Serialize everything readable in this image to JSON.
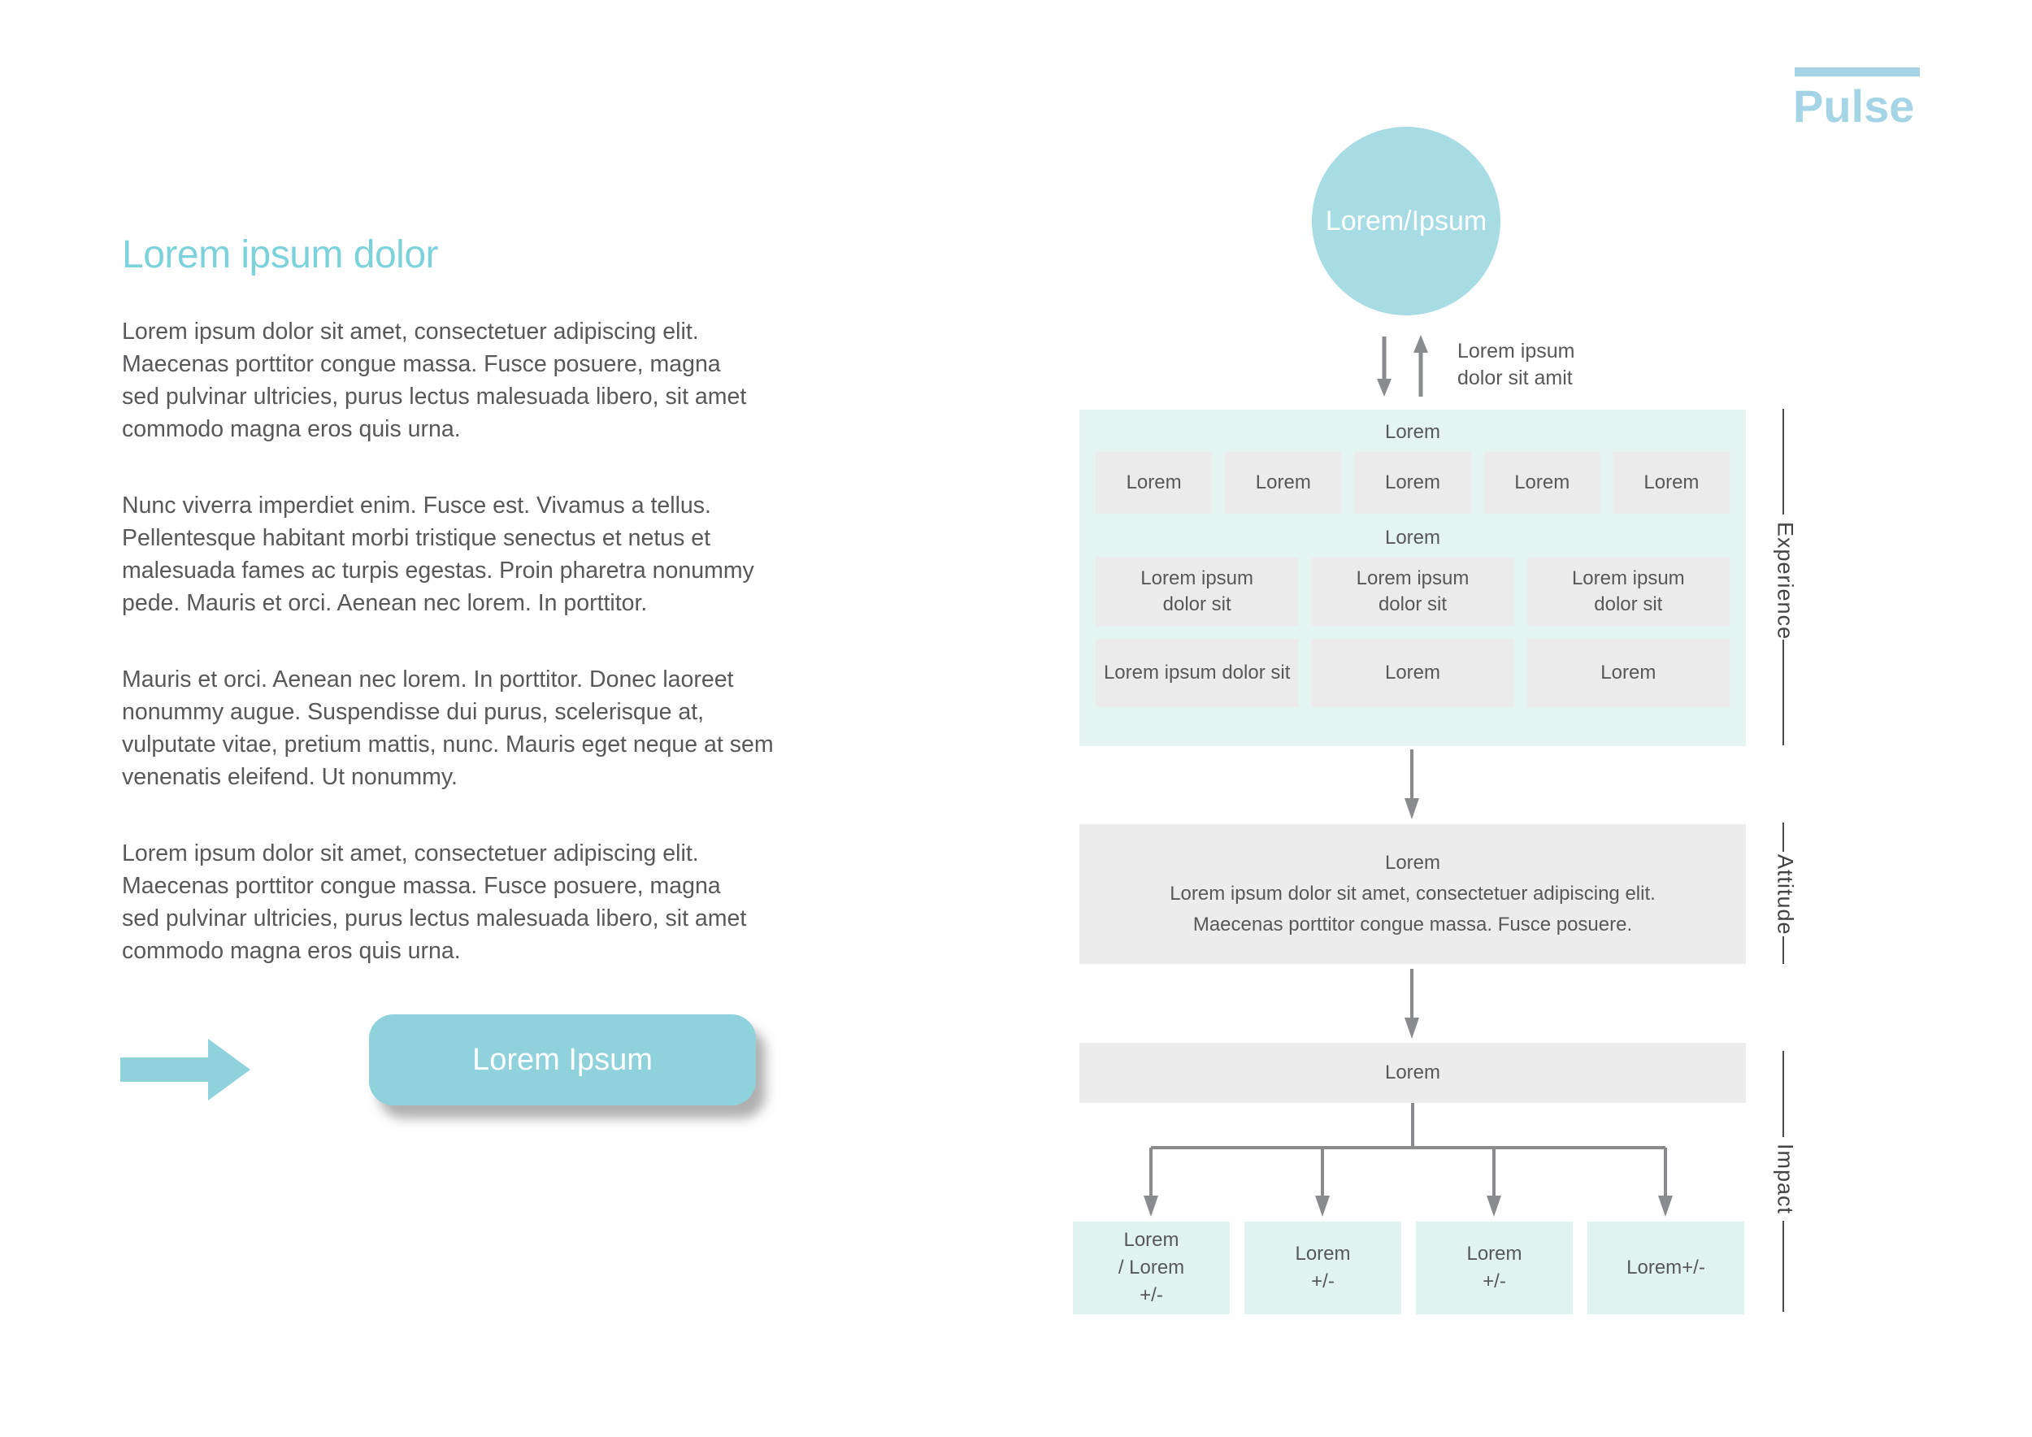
{
  "colors": {
    "accent_teal": "#90d2db",
    "circle_teal": "#a8dce4",
    "heading_teal": "#7cd2db",
    "logo_blue": "#a4d4e6",
    "mint_panel": "#e3f4f1",
    "mint_box": "#e0f3f0",
    "gray_cell": "#ebebeb",
    "gray_panel": "#ececec",
    "body_text": "#58595b",
    "arrow_gray": "#8a8b8e"
  },
  "logo": {
    "text": "Pulse"
  },
  "left": {
    "heading": "Lorem ipsum dolor",
    "paragraphs": [
      "Lorem ipsum dolor sit amet, consectetuer adipiscing elit.\nMaecenas porttitor congue massa. Fusce posuere, magna\nsed pulvinar ultricies, purus lectus malesuada libero, sit amet\ncommodo magna eros quis urna.",
      "Nunc viverra imperdiet enim. Fusce est. Vivamus a tellus.\nPellentesque habitant morbi tristique senectus et netus et\nmalesuada fames ac turpis egestas. Proin pharetra nonummy\npede. Mauris et orci. Aenean nec lorem. In porttitor.",
      "Mauris et orci. Aenean nec lorem. In porttitor. Donec laoreet\nnonummy augue. Suspendisse dui purus, scelerisque at,\nvulputate vitae, pretium mattis, nunc. Mauris eget neque at sem\nvenenatis eleifend. Ut nonummy.",
      "Lorem ipsum dolor sit amet, consectetuer adipiscing elit.\nMaecenas porttitor congue massa. Fusce posuere, magna\nsed pulvinar ultricies, purus lectus malesuada libero, sit amet\ncommodo magna eros quis urna."
    ],
    "cta_label": "Lorem Ipsum"
  },
  "diagram": {
    "circle_label": "Lorem/Ipsum",
    "feedback_label": "Lorem ipsum\ndolor sit amit",
    "experience": {
      "bracket_label": "Experience",
      "header1": "Lorem",
      "row1": [
        "Lorem",
        "Lorem",
        "Lorem",
        "Lorem",
        "Lorem"
      ],
      "header2": "Lorem",
      "row2": [
        "Lorem ipsum\ndolor sit",
        "Lorem ipsum\ndolor sit",
        "Lorem ipsum\ndolor sit"
      ],
      "row3": [
        "Lorem ipsum dolor sit",
        "Lorem",
        "Lorem"
      ]
    },
    "attitude": {
      "bracket_label": "Attitude",
      "title": "Lorem",
      "body": "Lorem ipsum dolor sit amet, consectetuer adipiscing elit.\nMaecenas porttitor congue massa. Fusce posuere."
    },
    "impact": {
      "bracket_label": "Impact",
      "header": "Lorem",
      "boxes": [
        "Lorem\n/ Lorem\n+/-",
        "Lorem\n+/-",
        "Lorem\n+/-",
        "Lorem+/-"
      ]
    }
  }
}
